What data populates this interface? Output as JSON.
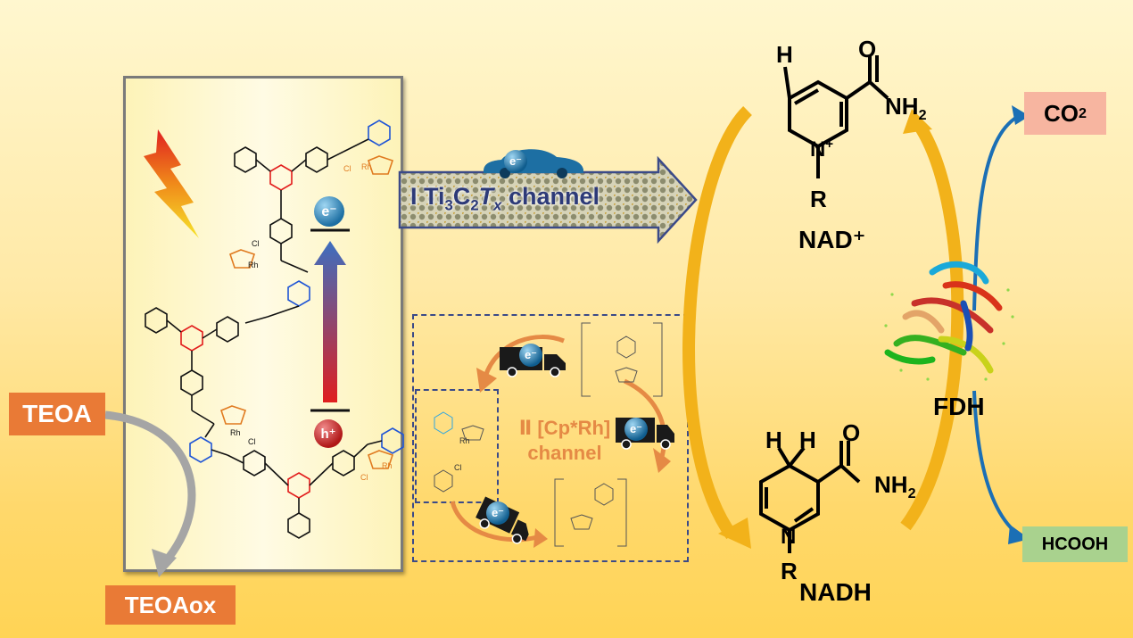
{
  "labels": {
    "teoa": "TEOA",
    "teoa_ox": "TEOAox",
    "electron": "e⁻",
    "hole": "h⁺",
    "channel1_numeral": "I",
    "channel1_ti": "Ti",
    "channel1_ti_sub": "3",
    "channel1_c": "C",
    "channel1_c_sub": "2",
    "channel1_t": "T",
    "channel1_t_sub": "x",
    "channel1_suffix": " channel",
    "channel2_line1": "Ⅱ [Cp*Rh]",
    "channel2_line2": "channel",
    "nad_plus": "NAD⁺",
    "nadh": "NADH",
    "fdh": "FDH",
    "co2": "CO",
    "co2_sub": "2",
    "hcooh": "HCOOH",
    "h_atom": "H",
    "o_atom": "O",
    "n_atom": "N",
    "r_group": "R",
    "nh2": "NH",
    "nh2_sub": "2",
    "plus": "+",
    "rh": "Rh",
    "cl": "Cl"
  },
  "colors": {
    "orange_label": "#e97a36",
    "co2_box": "#f7b5a0",
    "hcooh_box": "#a9d28e",
    "channel_text": "#2d3a78",
    "channel2_text": "#e58a45",
    "electron_blue": "#1d6fa3",
    "hole_red": "#b01717",
    "arrow_gold": "#f2b21a",
    "arrow_blue": "#1b6fb5",
    "arrow_gray": "#a5a5a5"
  }
}
